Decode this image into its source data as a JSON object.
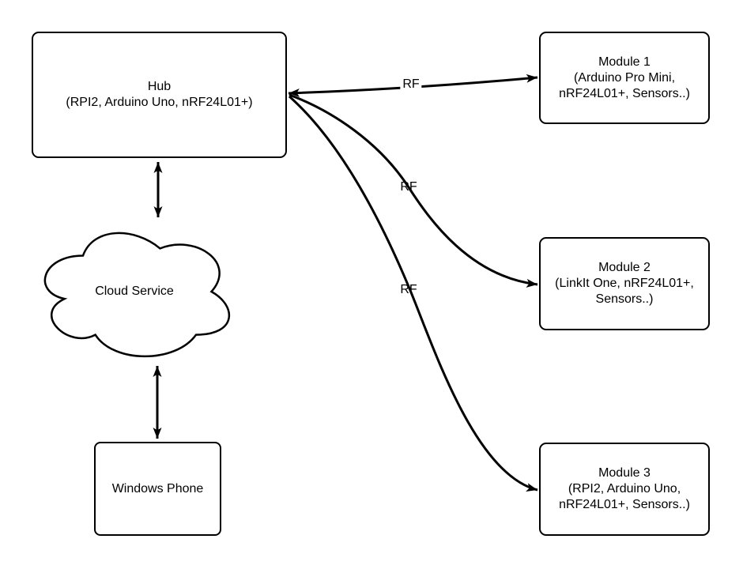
{
  "diagram": {
    "background_color": "#ffffff",
    "line_color": "#000000",
    "nodes": {
      "hub": {
        "lines": [
          "Hub",
          "(RPI2, Arduino Uno, nRF24L01+)"
        ]
      },
      "cloud": {
        "label": "Cloud Service"
      },
      "windows_phone": {
        "label": "Windows Phone"
      },
      "module1": {
        "lines": [
          "Module 1",
          "(Arduino Pro Mini,",
          "nRF24L01+, Sensors..)"
        ]
      },
      "module2": {
        "lines": [
          "Module 2",
          "(LinkIt One, nRF24L01+,",
          "Sensors..)"
        ]
      },
      "module3": {
        "lines": [
          "Module 3",
          "(RPI2, Arduino Uno,",
          "nRF24L01+, Sensors..)"
        ]
      }
    },
    "edges": {
      "hub_module1": {
        "label": "RF",
        "double_headed": true
      },
      "hub_module2": {
        "label": "RF",
        "double_headed": true
      },
      "hub_module3": {
        "label": "RF",
        "double_headed": true
      },
      "hub_cloud": {
        "double_headed": true
      },
      "cloud_windows_phone": {
        "double_headed": true
      }
    }
  }
}
